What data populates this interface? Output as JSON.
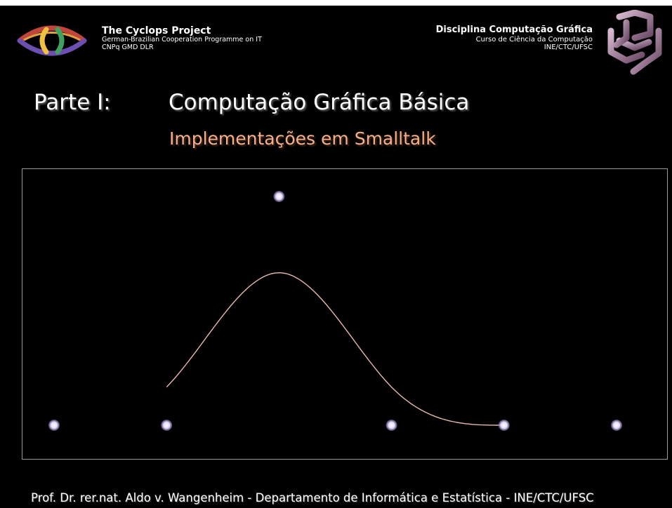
{
  "header": {
    "project_title": "The Cyclops Project",
    "project_line2": "German-Brazilian Cooperation Programme on IT",
    "project_line3": "CNPq GMD DLR",
    "course_title": "Disciplina Computação Gráfica",
    "course_line2": "Curso de Ciência da Computação",
    "course_line3": "INE/CTC/UFSC"
  },
  "slide": {
    "part_label": "Parte I:",
    "part_title": "Computação Gráfica Básica",
    "subtitle": "Implementações em Smalltalk"
  },
  "figure": {
    "control_points": [
      {
        "u": 0,
        "v": 0
      },
      {
        "u": 1,
        "v": 0
      },
      {
        "u": 2,
        "v": 1
      },
      {
        "u": 3,
        "v": 0
      },
      {
        "u": 4,
        "v": 0
      },
      {
        "u": 5,
        "v": 0
      }
    ],
    "curve_color": "#e8b8b0",
    "point_color": "#e6dcff"
  },
  "footer": {
    "text": "Prof. Dr. rer.nat. Aldo v. Wangenheim - Departamento de Informática e Estatística - INE/CTC/UFSC"
  },
  "logos": {
    "left": "cyclops-eye-logo",
    "right": "cube-knot-logo"
  }
}
